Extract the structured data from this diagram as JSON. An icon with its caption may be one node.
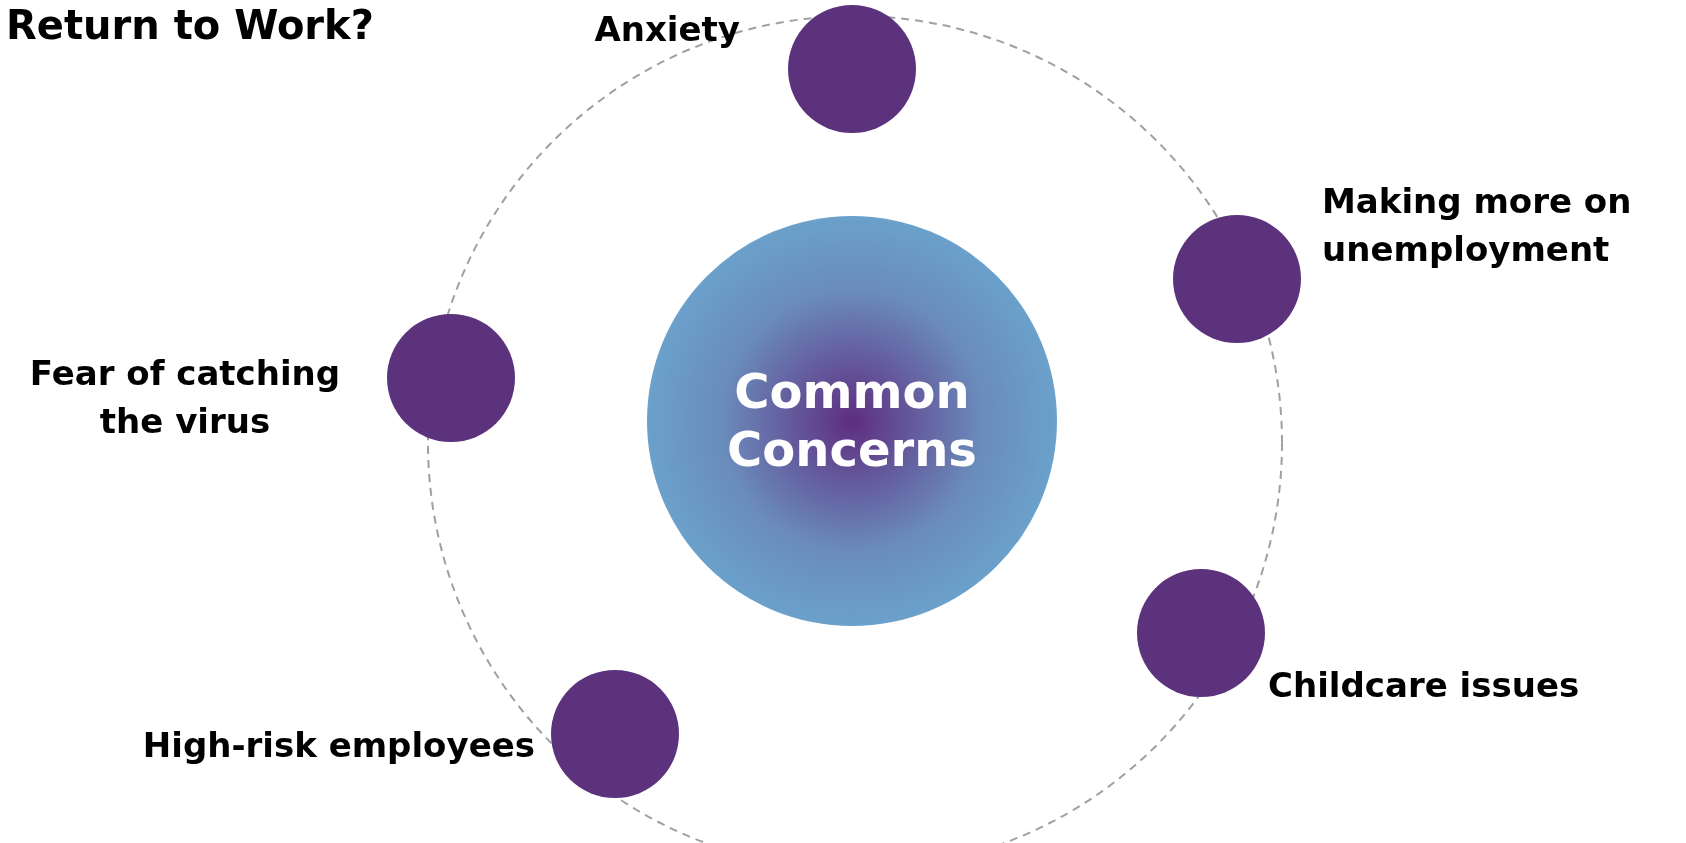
{
  "diagram": {
    "title": "Return to Work?",
    "nodes": [
      {
        "text": [
          "Common Concerns"
        ]
      },
      {
        "text": [],
        "shape": "circle",
        "beside": [
          "Anxiety"
        ]
      },
      {
        "text": [],
        "shape": "circle",
        "beside": [
          "Making more on unemployment"
        ]
      },
      {
        "text": [],
        "shape": "circle",
        "beside": [
          "Childcare issues"
        ]
      },
      {
        "text": [],
        "shape": "circle",
        "beside": [
          "High-risk employees"
        ]
      },
      {
        "text": [],
        "shape": "circle",
        "beside": [
          "Fear of catching the virus"
        ]
      }
    ],
    "edges": []
  }
}
